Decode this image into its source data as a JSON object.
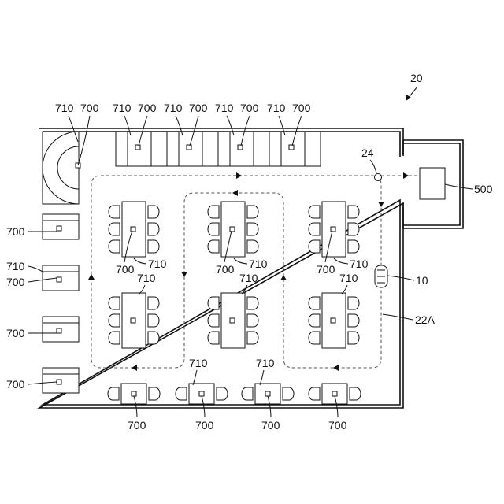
{
  "figure_ref": "20",
  "labels": {
    "terminal": "700",
    "table_or_booth": "710",
    "station": "500",
    "dock_point": "24",
    "robot": "10",
    "route": "22A",
    "robot_ref": "10"
  },
  "colors": {
    "line": "#111111",
    "route": "#555555",
    "background": "#ffffff"
  }
}
